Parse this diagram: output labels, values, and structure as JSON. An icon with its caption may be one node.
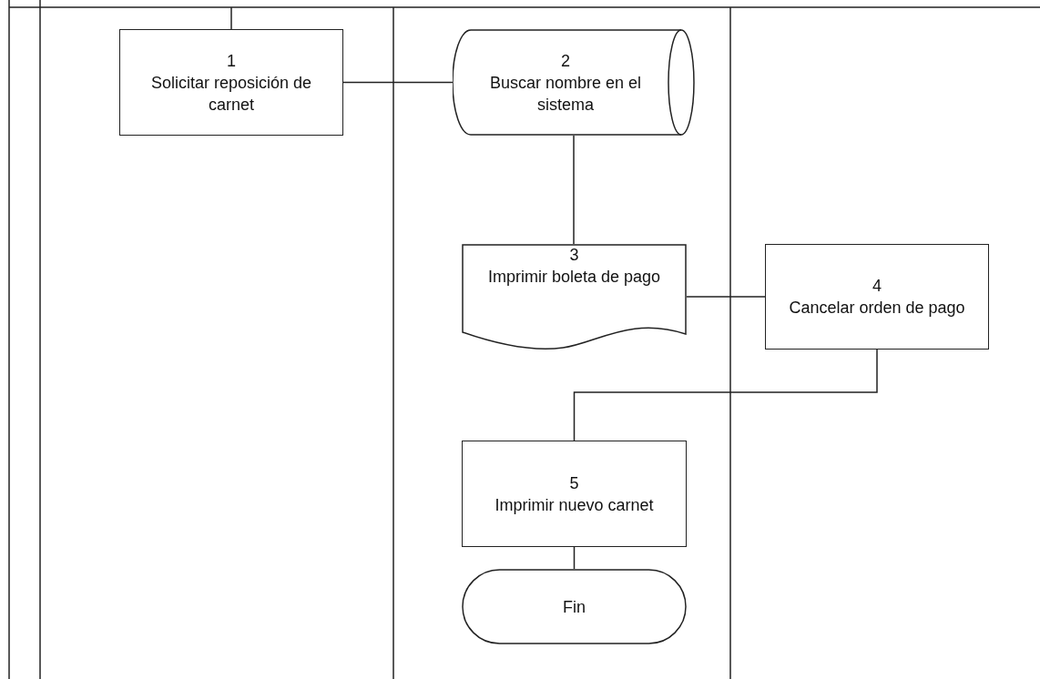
{
  "diagram": {
    "nodes": [
      {
        "text": [
          "1",
          "Solicitar reposición de carnet"
        ]
      },
      {
        "text": [
          "2",
          "Buscar nombre en el sistema"
        ]
      },
      {
        "text": [
          "3",
          "Imprimir boleta de pago"
        ]
      },
      {
        "text": [
          "4",
          "Cancelar orden de pago"
        ]
      },
      {
        "text": [
          "5",
          "Imprimir nuevo carnet"
        ]
      },
      {
        "text": [
          "Fin"
        ]
      }
    ],
    "edges": [
      {
        "from": null,
        "to": 0,
        "arrow": "none"
      },
      {
        "from": 0,
        "to": 1,
        "arrow": "none"
      },
      {
        "from": 1,
        "to": 2,
        "arrow": "none"
      },
      {
        "from": 2,
        "to": 3,
        "arrow": "none"
      },
      {
        "from": 3,
        "to": 4,
        "arrow": "none"
      },
      {
        "from": 4,
        "to": 5,
        "arrow": "none"
      }
    ]
  }
}
